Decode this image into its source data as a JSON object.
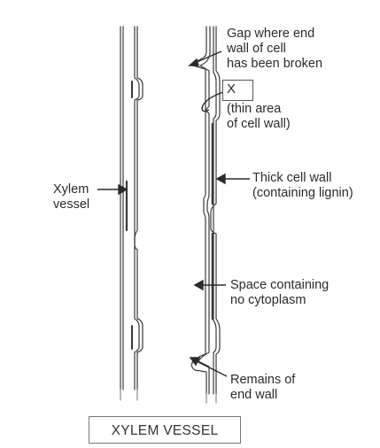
{
  "title": "XYLEM VESSEL",
  "labels": {
    "gap": "Gap where end\nwall of cell\nhas been broken",
    "x_marker": "X",
    "thin_area": "(thin area\nof cell wall)",
    "thick_wall": "Thick cell wall\n(containing lignin)",
    "xylem_vessel": "Xylem\nvessel",
    "space": "Space containing\nno cytoplasm",
    "remains": "Remains of\nend wall"
  }
}
